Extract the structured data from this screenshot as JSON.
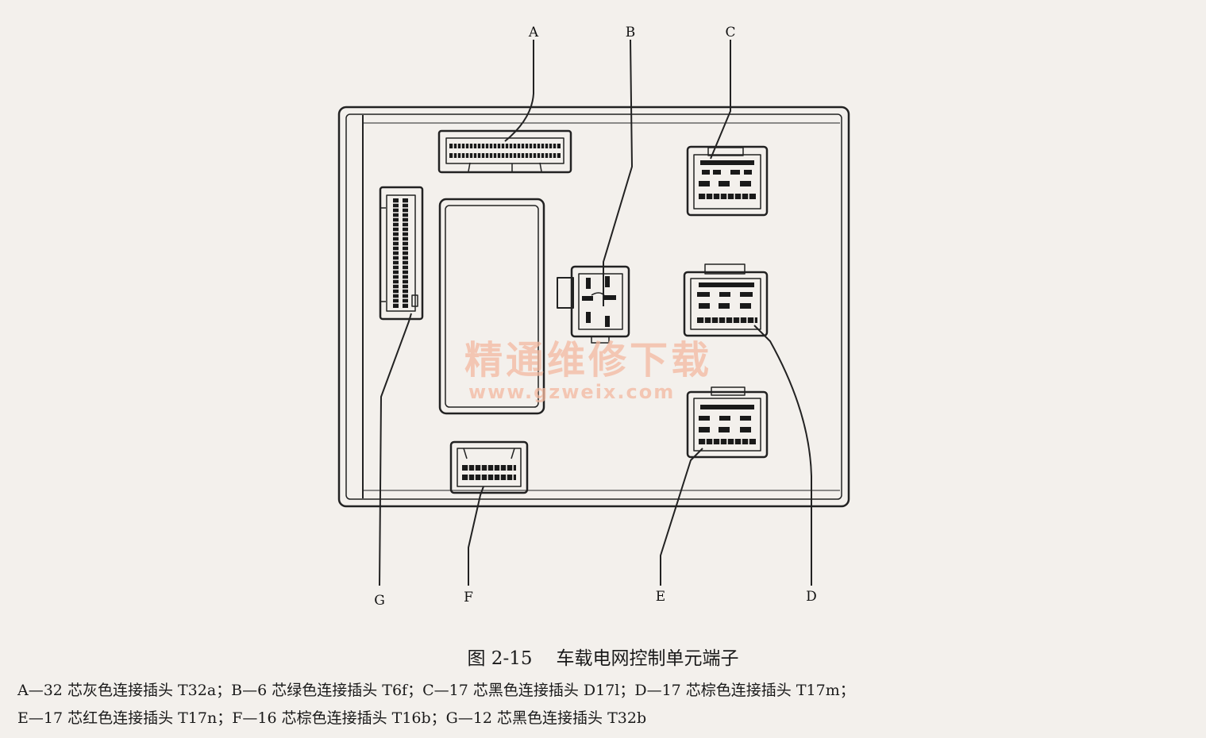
{
  "labels": {
    "A": "A",
    "B": "B",
    "C": "C",
    "D": "D",
    "E": "E",
    "F": "F",
    "G": "G"
  },
  "watermark": {
    "line1": "精通维修下载",
    "line2": "www.gzweix.com"
  },
  "figure": {
    "number": "图 2-15",
    "title": "车载电网控制单元端子"
  },
  "caption": {
    "line1": "A—32 芯灰色连接插头 T32a；B—6 芯绿色连接插头 T6f；C—17 芯黑色连接插头 D17l；D—17 芯棕色连接插头 T17m；",
    "line2": "E—17 芯红色连接插头 T17n；F—16 芯棕色连接插头 T16b；G—12 芯黑色连接插头 T32b"
  }
}
